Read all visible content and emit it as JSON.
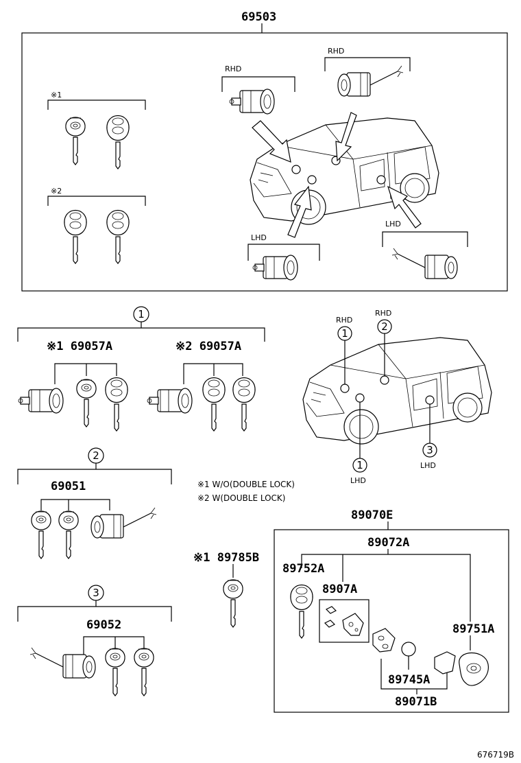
{
  "main_kit": {
    "part_no": "69503"
  },
  "top_labels": {
    "rhd_left": "RHD",
    "rhd_right": "RHD",
    "lhd_left": "LHD",
    "lhd_right": "LHD",
    "note1": "※1",
    "note2": "※2"
  },
  "group1": {
    "circle": "1",
    "set_a": "※1 69057A",
    "set_b": "※2 69057A"
  },
  "group2": {
    "circle": "2",
    "part_no": "69051"
  },
  "group3": {
    "circle": "3",
    "part_no": "69052"
  },
  "right_car": {
    "rhd_1": "RHD",
    "circle_1": "1",
    "rhd_2": "RHD",
    "circle_2": "2",
    "circle_3": "3",
    "lhd_3": "LHD",
    "circle_1b": "1",
    "lhd_1b": "LHD"
  },
  "notes": [
    "※1 W/O(DOUBLE LOCK)",
    "※2 W(DOUBLE LOCK)"
  ],
  "key_blank": {
    "part_no": "※1 89785B"
  },
  "transmitter": {
    "assy": "89070E",
    "sub": "89072A",
    "key": "89752A",
    "board": "8907A",
    "case": "89751A",
    "battery": "89745A",
    "housing": "89071B"
  },
  "figure_id": "676719B"
}
